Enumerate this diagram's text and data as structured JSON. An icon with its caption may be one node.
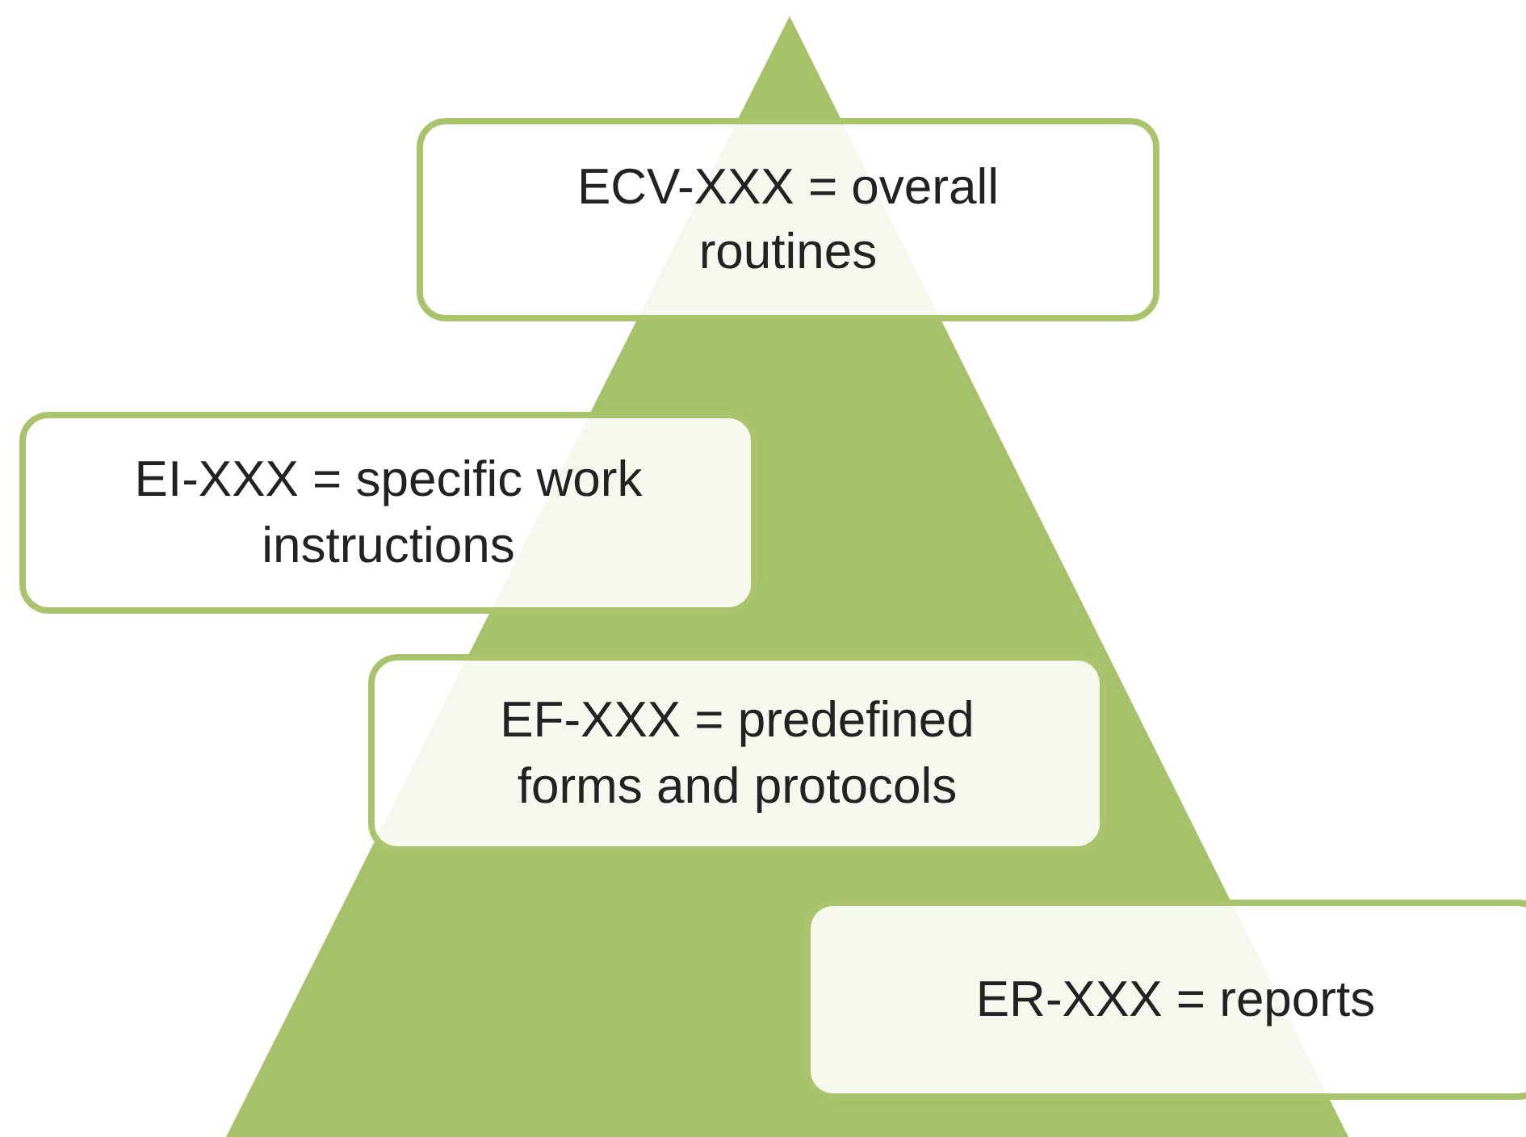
{
  "diagram": {
    "nodes": [
      {
        "text": [
          "ECV-XXX = overall routines"
        ]
      },
      {
        "text": [
          "EI-XXX = specific work instructions"
        ]
      },
      {
        "text": [
          "EF-XXX = predefined forms and protocols"
        ]
      },
      {
        "text": [
          "ER-XXX = reports"
        ]
      }
    ]
  }
}
